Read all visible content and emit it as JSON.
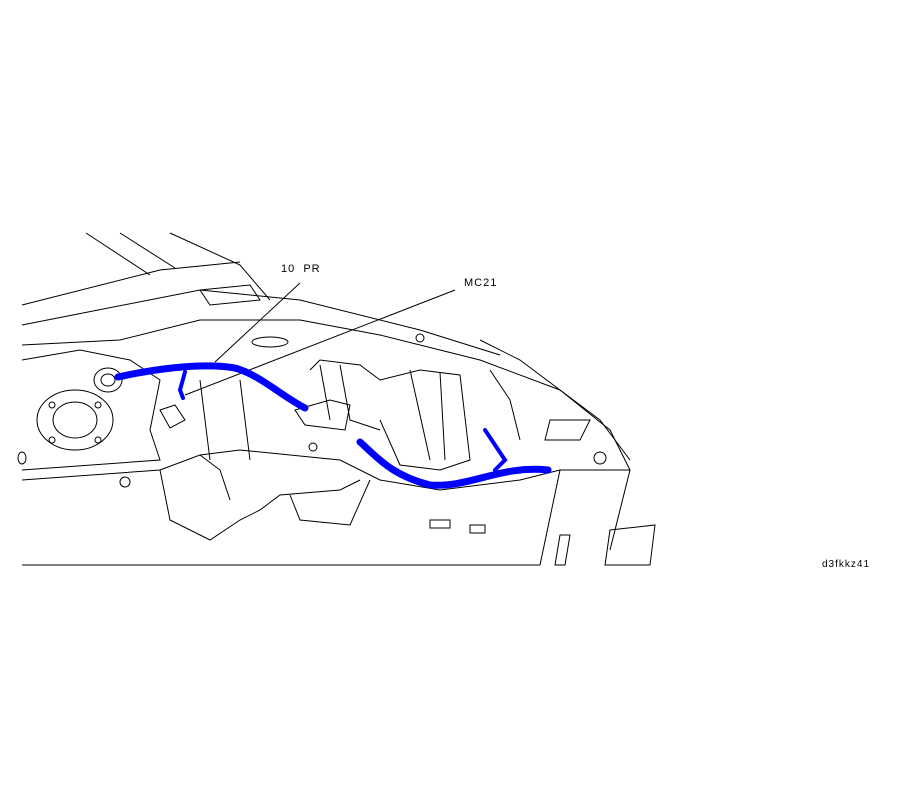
{
  "diagram": {
    "callouts": [
      {
        "label": "10  PR"
      },
      {
        "label": "MC21"
      }
    ],
    "figure_id": "d3fkkz41",
    "harness_color": "#0000ff"
  }
}
